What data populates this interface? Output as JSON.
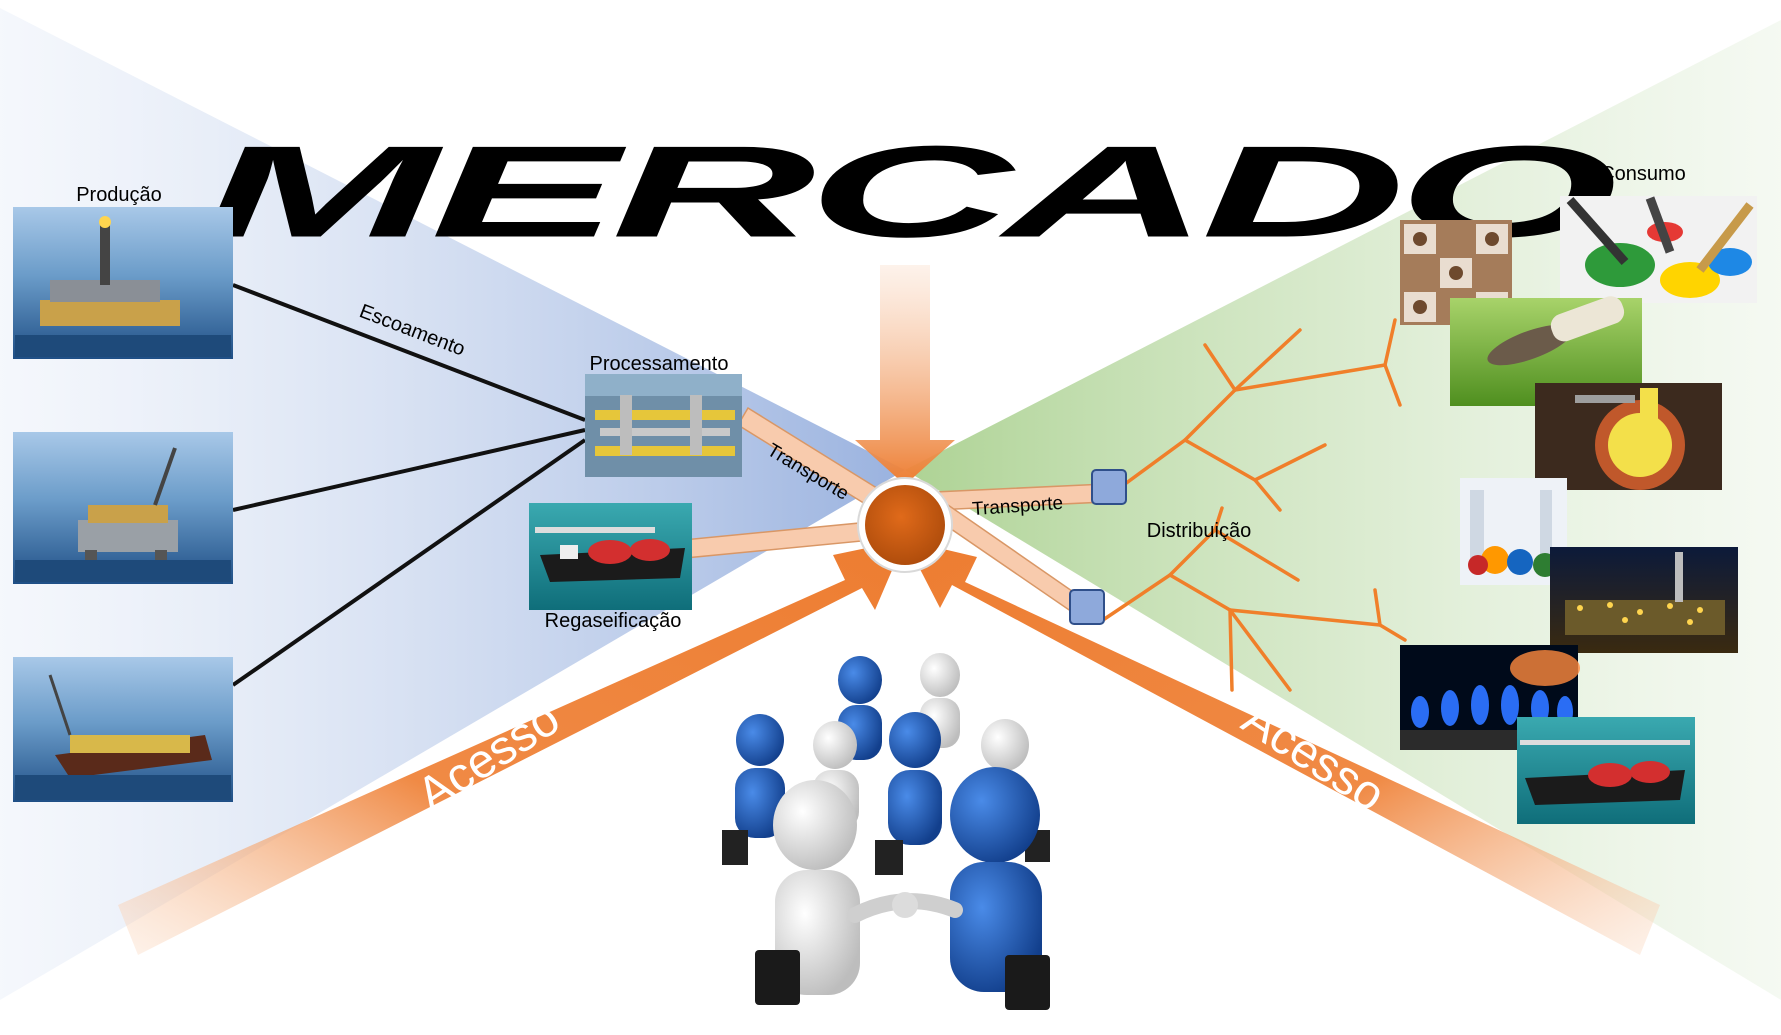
{
  "title": "MERCADO",
  "labels": {
    "producao": "Produção",
    "escoamento": "Escoamento",
    "processamento": "Processamento",
    "transporte_left": "Transporte",
    "regaseificacao": "Regaseificação",
    "transporte_right": "Transporte",
    "distribuicao": "Distribuição",
    "consumo": "Consumo",
    "acesso_left": "Acesso",
    "acesso_right": "Acesso"
  },
  "icons": {
    "production_platforms": [
      "fpso-platform-icon",
      "offshore-platform-icon",
      "fpso-ship-icon"
    ],
    "processing": "gas-processing-plant-icon",
    "regasification": "lng-tanker-icon",
    "hub": "market-hub-icon",
    "people": "business-people-handshake-icon",
    "consumers": [
      "ceramic-tiles-icon",
      "paint-brushes-icon",
      "fertilizer-icon",
      "molten-metal-icon",
      "chemistry-flasks-icon",
      "power-plant-icon",
      "gas-flame-icon",
      "lng-terminal-icon"
    ]
  },
  "colors": {
    "arrow_orange": "#ed7d31",
    "hub_fill": "#c55a11",
    "pipe_fill": "#f8cbad",
    "branch_orange": "#f07f2a",
    "left_panel": "#b4c7e7",
    "right_panel": "#a9d08e",
    "person_blue": "#1f5fbf",
    "person_white": "#f2f2f2"
  }
}
